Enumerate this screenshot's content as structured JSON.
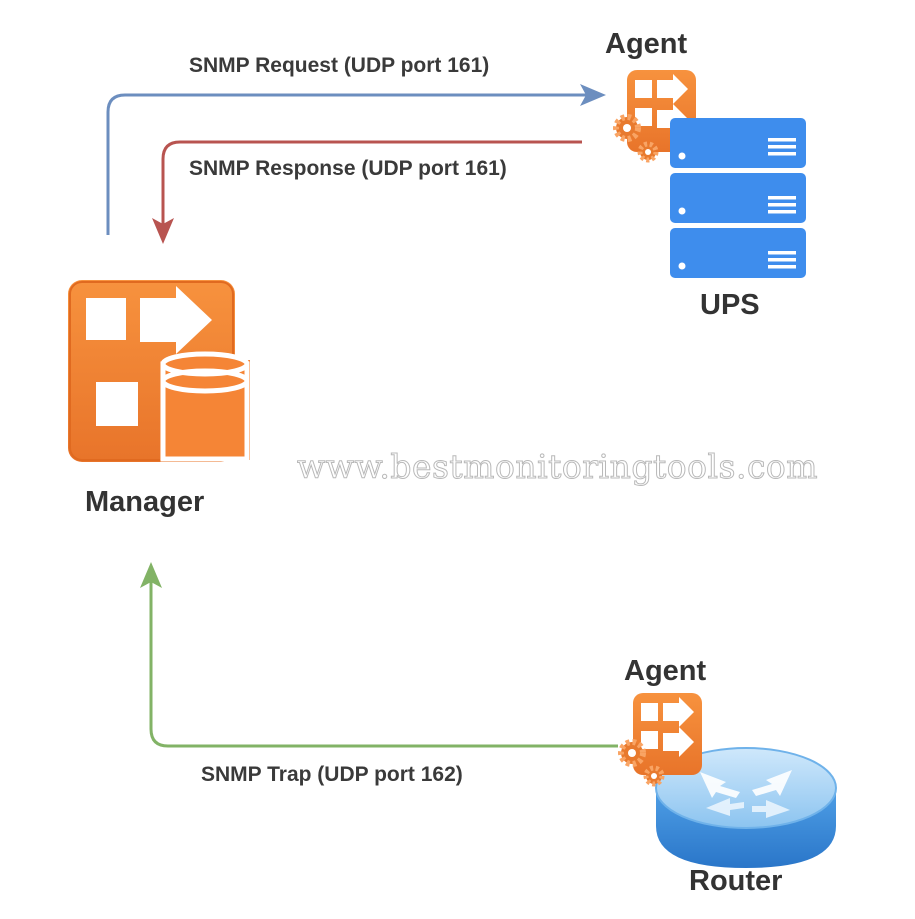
{
  "diagram": {
    "edges": {
      "request": {
        "label": "SNMP Request (UDP port 161)",
        "color": "#6c8ebf"
      },
      "response": {
        "label": "SNMP Response (UDP port 161)",
        "color": "#b85450"
      },
      "trap": {
        "label": "SNMP Trap (UDP port 162)",
        "color": "#82b366"
      }
    },
    "nodes": {
      "manager": {
        "label": "Manager",
        "icon": "manager-database-icon"
      },
      "agent_ups": {
        "label": "Agent",
        "icon": "agent-icon"
      },
      "ups": {
        "label": "UPS",
        "icon": "server-rack-icon"
      },
      "agent_router": {
        "label": "Agent",
        "icon": "agent-icon"
      },
      "router": {
        "label": "Router",
        "icon": "router-icon"
      }
    },
    "watermark": "www.bestmonitoringtools.com",
    "colors": {
      "orange": "#f58536",
      "orange_dark": "#d9621a",
      "blue": "#3e8ded",
      "router_blue": "#5aa7e8"
    }
  }
}
